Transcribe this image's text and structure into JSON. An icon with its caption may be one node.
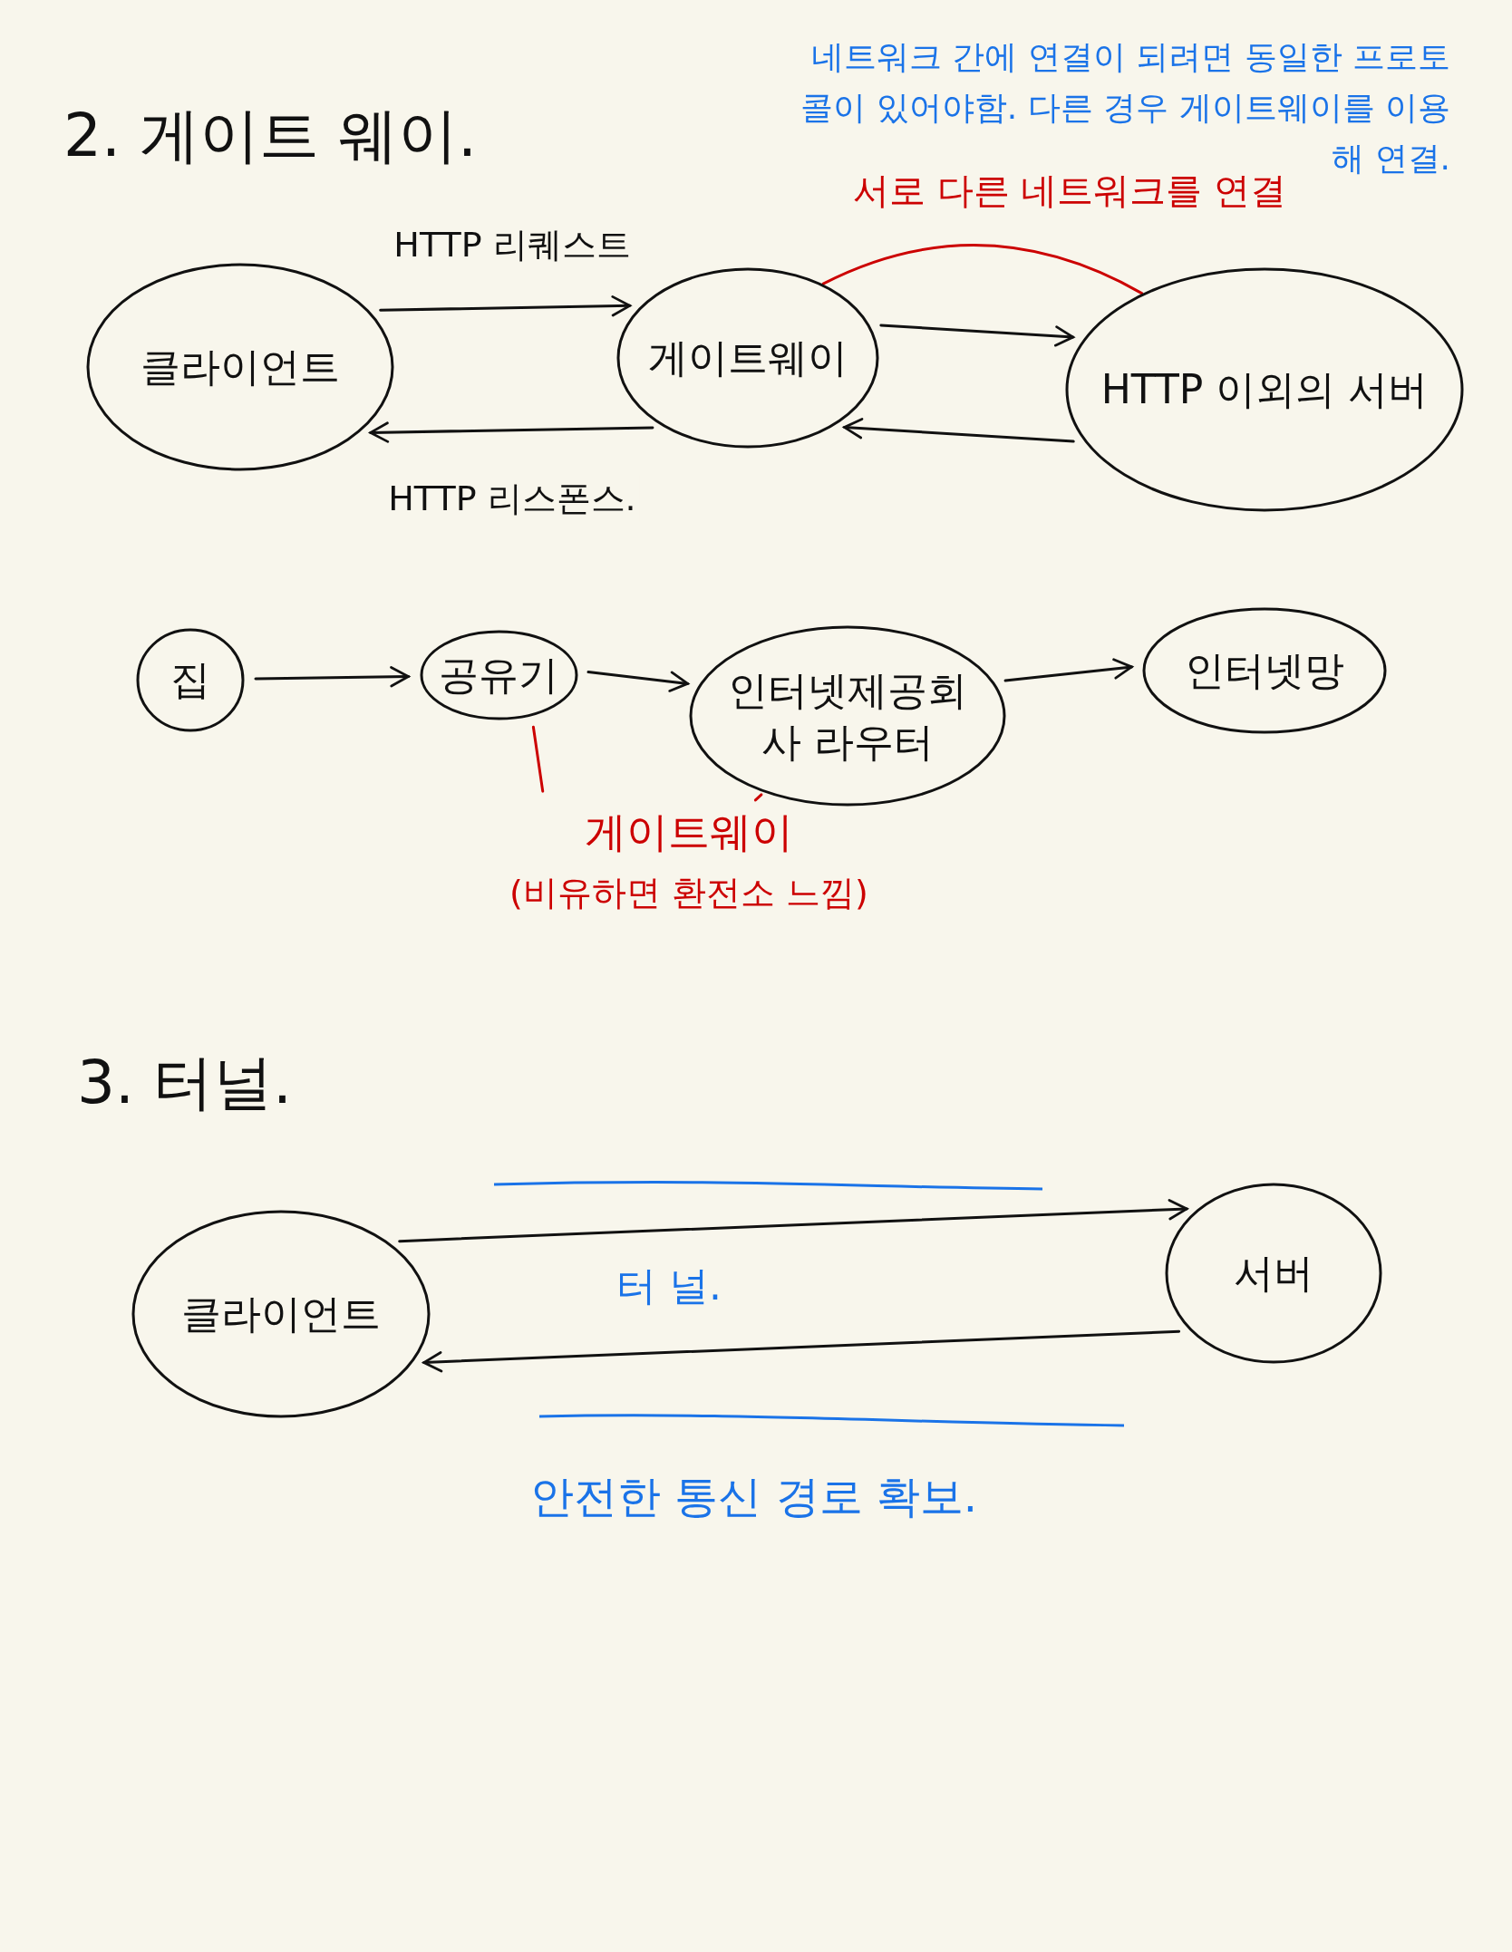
{
  "diagram": {
    "title": "2. 게이트 웨이.",
    "nodes": [
      {
        "text": [
          "클라이언트"
        ]
      },
      {
        "text": [
          "게이트웨이"
        ]
      },
      {
        "text": [
          "HTTP 이외의 서버"
        ]
      },
      {
        "text": [
          "집"
        ]
      },
      {
        "text": [
          "공유기"
        ]
      },
      {
        "text": [
          "인터넷제공회사 라우터"
        ]
      },
      {
        "text": [
          "인터넷망"
        ]
      },
      {
        "text": [
          "게이트웨이",
          "(비유하면 환전소 느낌)"
        ]
      },
      {
        "text": [
          "클라이언트"
        ]
      },
      {
        "text": [
          "서버"
        ]
      }
    ],
    "edges": [
      {
        "from": 0,
        "to": 1,
        "arrow": "to",
        "label": "HTTP 리퀘스트"
      },
      {
        "from": 1,
        "to": 0,
        "arrow": "to",
        "label": "HTTP 리스폰스."
      },
      {
        "from": 1,
        "to": 2,
        "arrow": "to"
      },
      {
        "from": 2,
        "to": 1,
        "arrow": "to"
      },
      {
        "from": 1,
        "to": 2,
        "arrow": "none",
        "label": "서로 다른 네트워크를 연결",
        "color": "#cc0000"
      },
      {
        "from": 3,
        "to": 4,
        "arrow": "to"
      },
      {
        "from": 4,
        "to": 5,
        "arrow": "to"
      },
      {
        "from": 5,
        "to": 6,
        "arrow": "to"
      },
      {
        "from": 7,
        "to": 4,
        "arrow": "none",
        "color": "#cc0000"
      },
      {
        "from": 7,
        "to": 5,
        "arrow": "none",
        "color": "#cc0000"
      },
      {
        "from": 8,
        "to": 9,
        "arrow": "to"
      },
      {
        "from": 9,
        "to": 8,
        "arrow": "to"
      }
    ],
    "labels": [
      "네트워크 간에 연결이 되려면 동일한 프로토콜이 있어야함. 다른 경우 게이트웨이를 이용해 연결.",
      "3. 터널.",
      "터 널.",
      "안전한 통신 경로 확보."
    ]
  }
}
